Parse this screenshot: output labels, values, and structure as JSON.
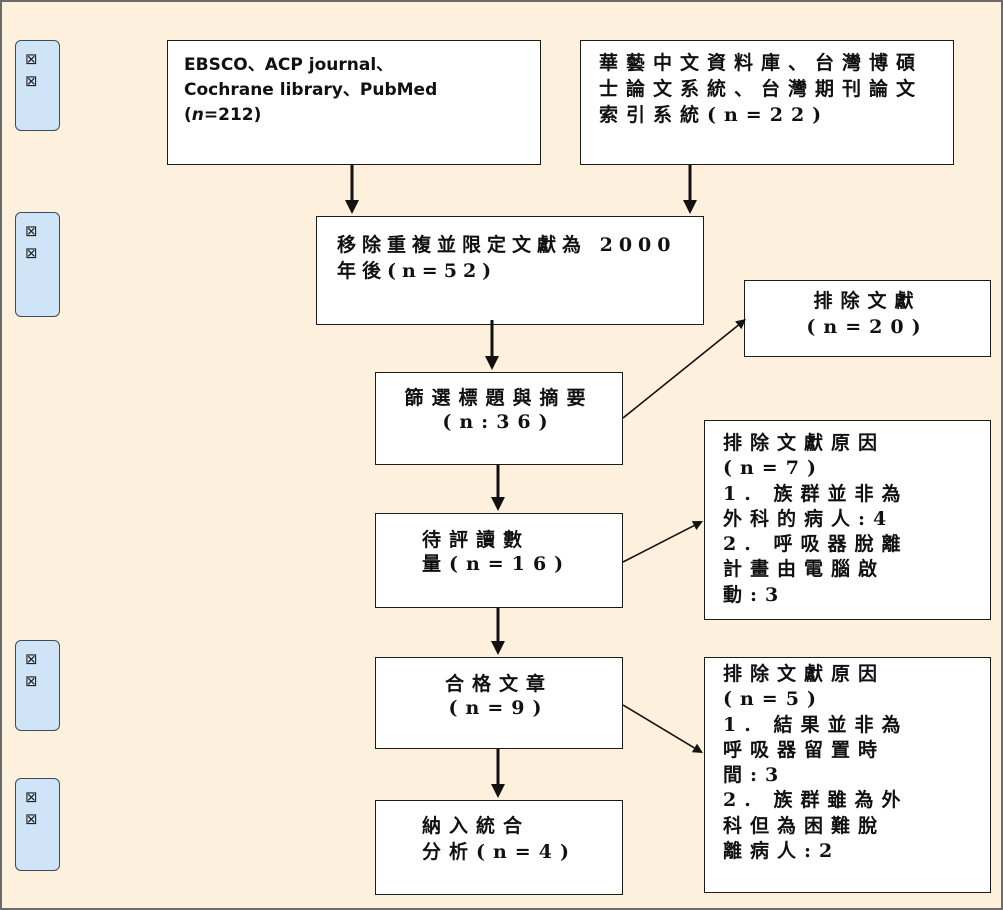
{
  "colors": {
    "background": "#fdf0dc",
    "side_label_fill": "#cfe4f6",
    "side_label_border": "#3b4b5e",
    "box_border": "#1a1a1a",
    "arrow": "#111111"
  },
  "side_labels": [
    {
      "lines": [
        "⊠",
        "⊠"
      ]
    },
    {
      "lines": [
        "⊠",
        "⊠"
      ]
    },
    {
      "lines": [
        "⊠",
        "⊠"
      ]
    },
    {
      "lines": [
        "⊠",
        "⊠"
      ]
    }
  ],
  "boxes": {
    "database_english": {
      "lines": [
        "EBSCO、ACP journal、",
        "Cochrane library、PubMed"
      ],
      "count": {
        "open": "(",
        "n": "n",
        "rest": "=212)"
      }
    },
    "database_chinese": {
      "lines": [
        "華藝中文資料庫、台灣博碩",
        "士論文系統、台灣期刊論文",
        "索引系統(n=22)"
      ]
    },
    "deduplicated": {
      "lines": [
        "移除重複並限定文獻為 2000",
        "年後(n=52)"
      ]
    },
    "title_abstract_screening": {
      "lines": [
        "篩選標題與摘要",
        "(n:36)"
      ]
    },
    "excluded": {
      "lines": [
        "排除文獻",
        "(n=20)"
      ]
    },
    "to_appraise": {
      "lines": [
        "待評讀數",
        "量(n=16)"
      ]
    },
    "exclusion_reasons_1": {
      "lines": [
        "排除文獻原因",
        "(n=7)",
        "1. 族群並非為",
        "外科的病人:4",
        "2. 呼吸器脫離",
        "計畫由電腦啟",
        "動:3"
      ]
    },
    "eligible": {
      "lines": [
        "合格文章",
        "(n=9)"
      ]
    },
    "exclusion_reasons_2": {
      "lines": [
        "排除文獻原因",
        "(n=5)",
        "1. 結果並非為",
        "呼吸器留置時",
        "間:3",
        "2. 族群雖為外",
        "科但為困難脫",
        "離病人:2"
      ]
    },
    "included": {
      "lines": [
        "納入統合",
        "分析(n=4)"
      ]
    }
  }
}
